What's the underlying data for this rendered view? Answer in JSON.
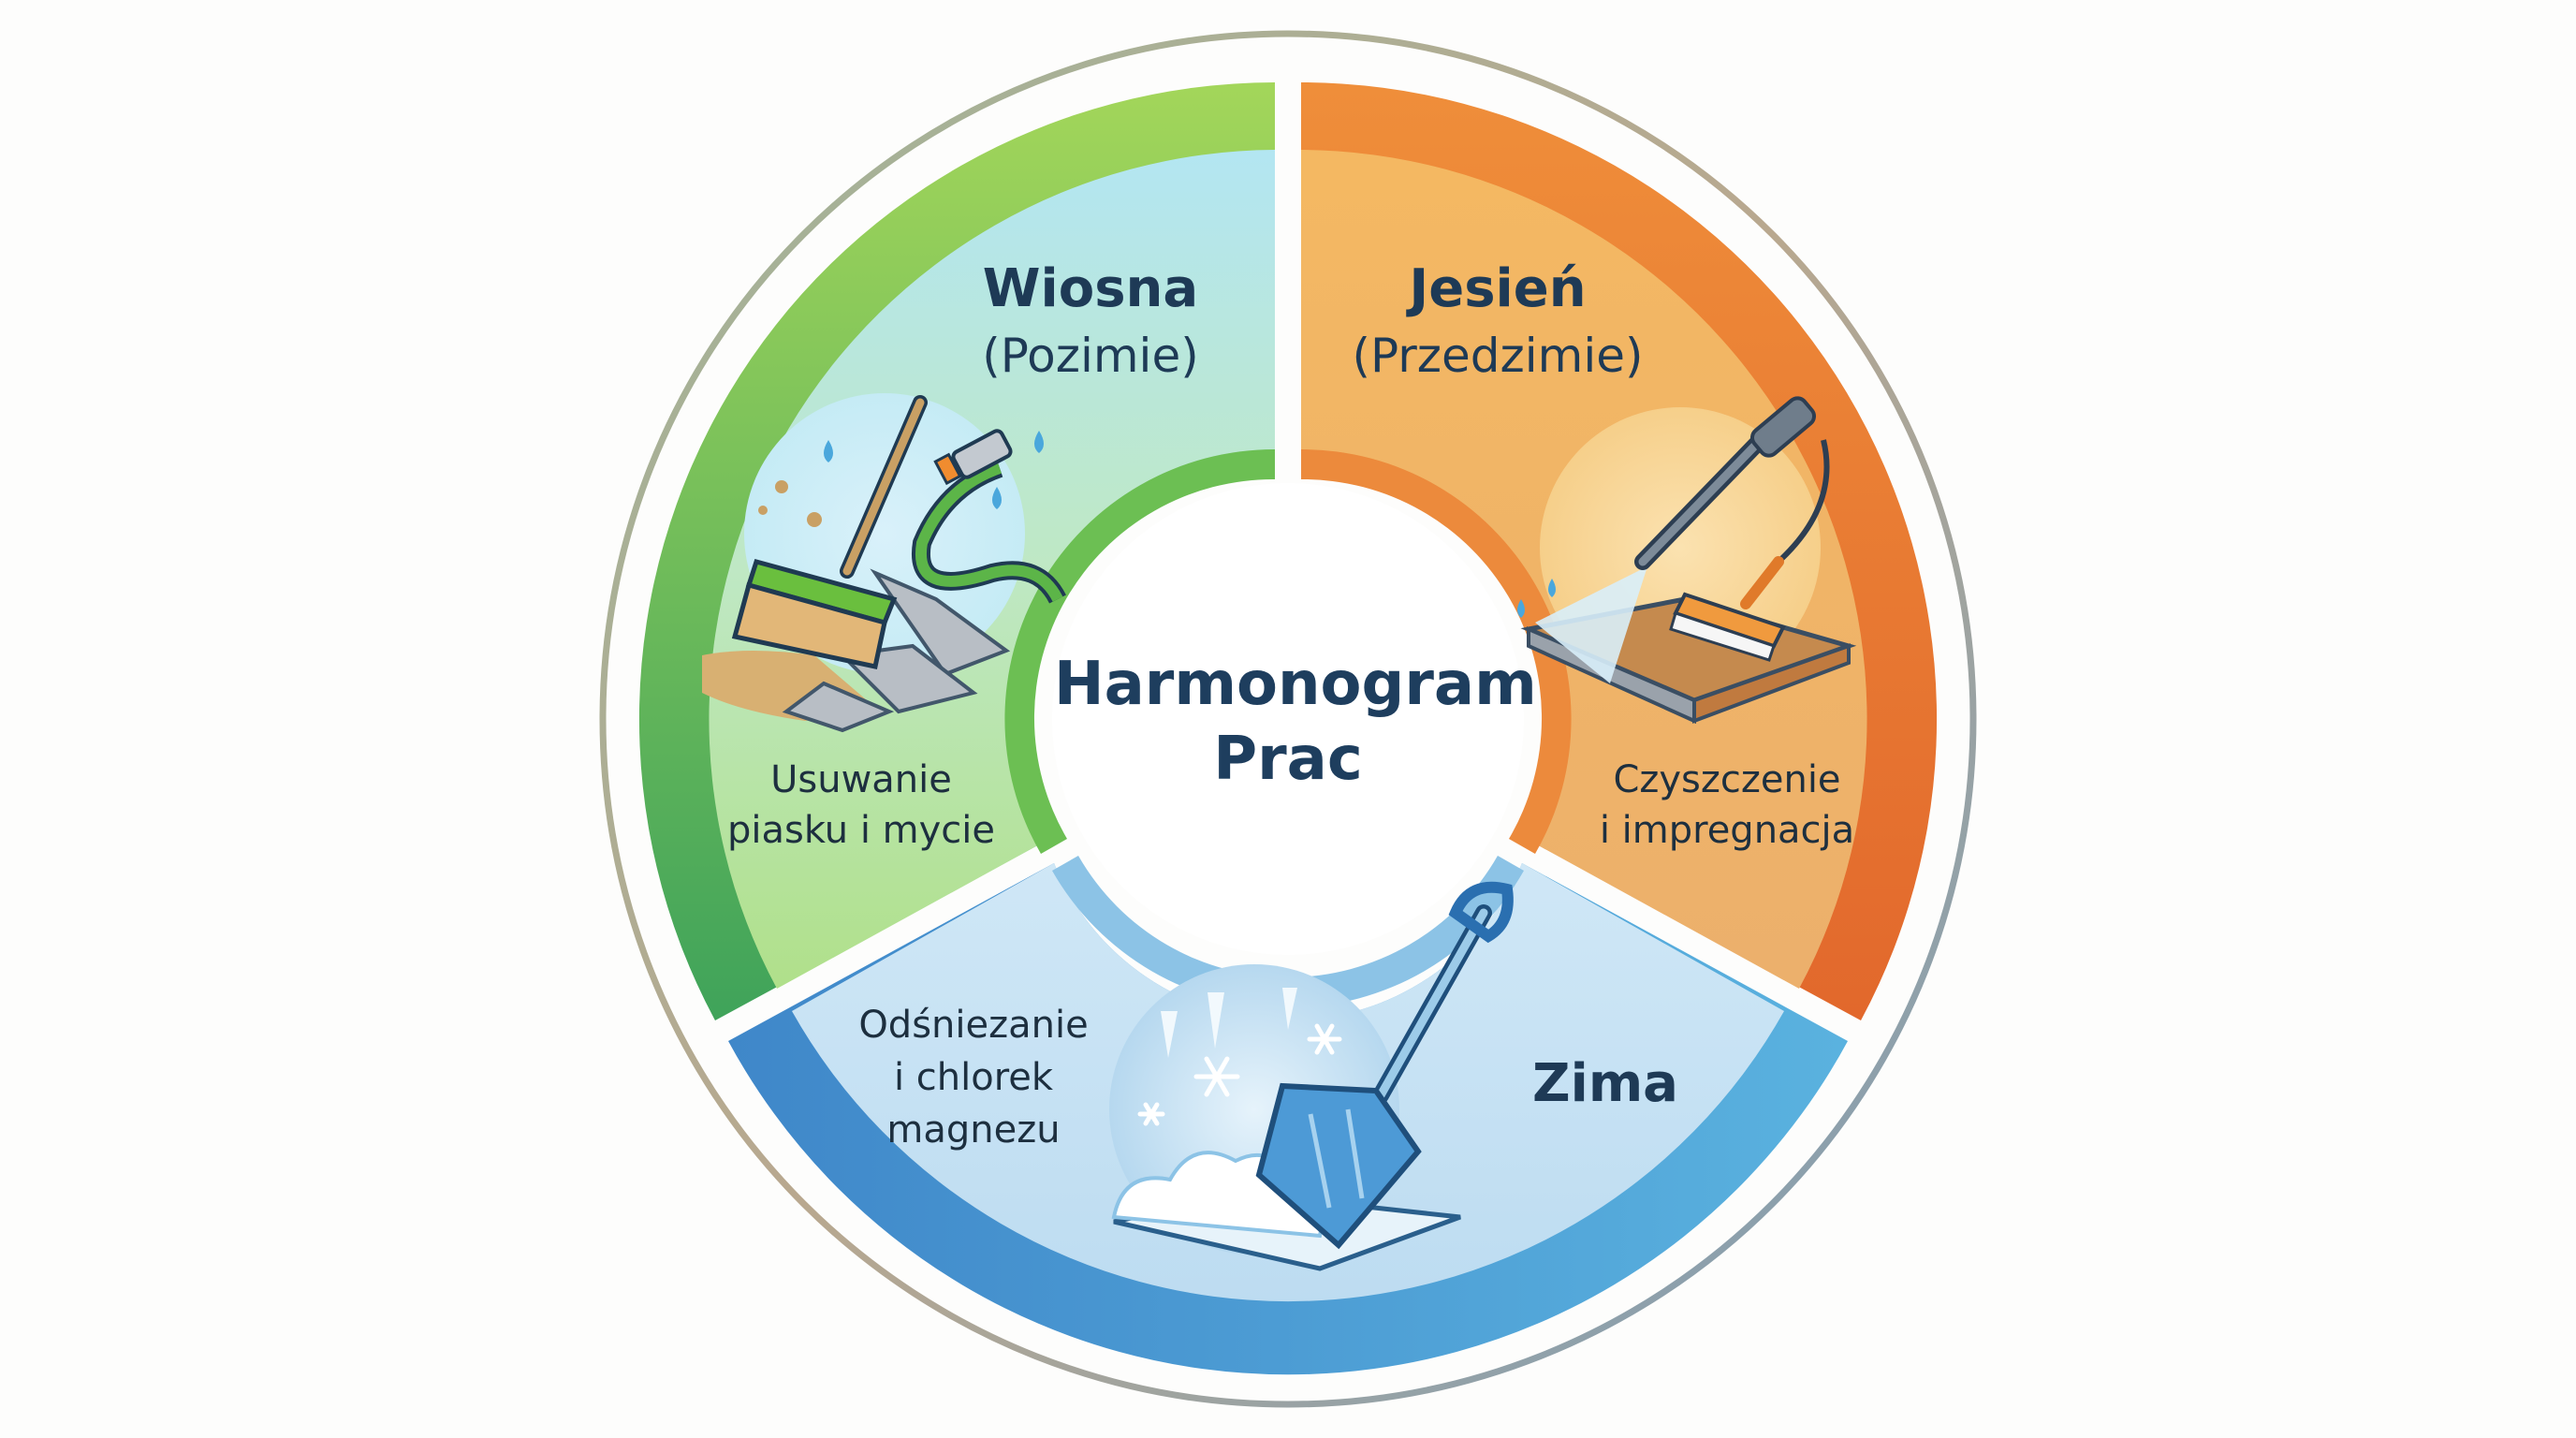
{
  "center": {
    "title_line1": "Harmonogram",
    "title_line2": "Prac"
  },
  "seasons": [
    {
      "id": "spring",
      "name": "Wiosna",
      "subtitle": "(Pozimie)",
      "task_line1": "Usuwanie",
      "task_line2": "piasku i mycie",
      "icon": "broom-and-hose-icon",
      "colors": {
        "band": "#5db85a",
        "band_light": "#9fd66a",
        "fill_top": "#b5e5ef",
        "fill_bottom": "#b6e38c"
      }
    },
    {
      "id": "autumn",
      "name": "Jesień",
      "subtitle": "(Przedzimie)",
      "task_line1": "Czyszczenie",
      "task_line2": "i impregnacja",
      "icon": "pressure-washer-and-brush-icon",
      "colors": {
        "band": "#e8742f",
        "band_light": "#f09a45",
        "fill_top": "#f3b560",
        "fill_bottom": "#efb36a"
      }
    },
    {
      "id": "winter",
      "name": "Zima",
      "subtitle": "",
      "task_line1": "Odśniezanie",
      "task_line2": "i chlorek",
      "task_line3": "magnezu",
      "icon": "snow-shovel-icon",
      "colors": {
        "band": "#3d8ccc",
        "band_light": "#5db0dc",
        "fill_top": "#d8ecf8",
        "fill_bottom": "#bcdcf2"
      }
    }
  ],
  "colors": {
    "text_dark": "#1e3a56",
    "outer_ring": "#8fa6ad",
    "background": "#fdfdfc"
  }
}
